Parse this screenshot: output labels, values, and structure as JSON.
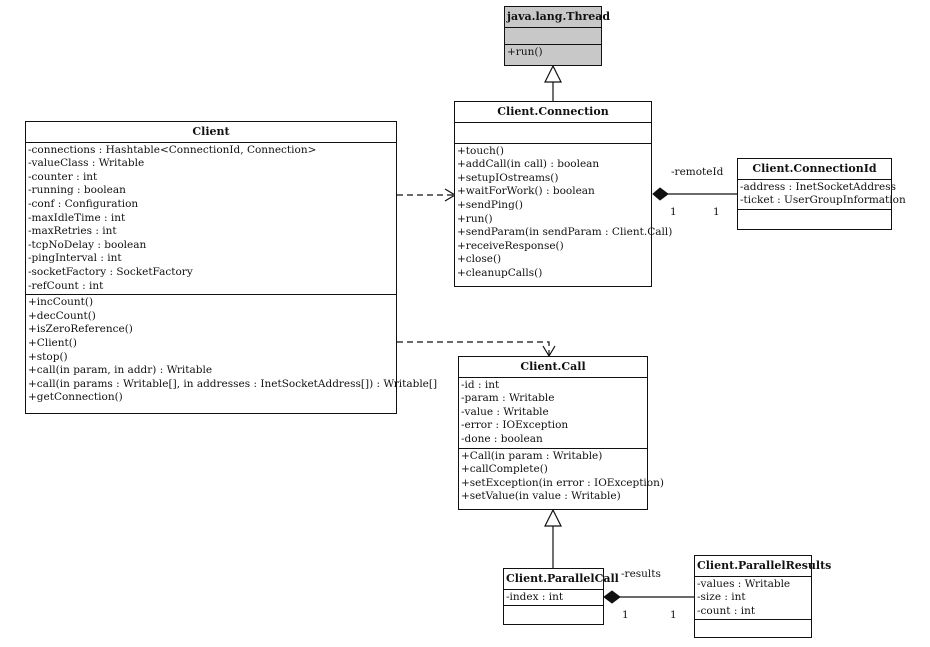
{
  "classes": {
    "thread": {
      "name": "java.lang.Thread",
      "attributes": [],
      "methods": [
        "+run()"
      ]
    },
    "connection": {
      "name": "Client.Connection",
      "attributes": [],
      "methods": [
        "+touch()",
        "+addCall(in call) : boolean",
        "+setupIOstreams()",
        "+waitForWork() : boolean",
        "+sendPing()",
        "+run()",
        "+sendParam(in sendParam : Client.Call)",
        "+receiveResponse()",
        "+close()",
        "+cleanupCalls()"
      ]
    },
    "client": {
      "name": "Client",
      "attributes": [
        "-connections : Hashtable<ConnectionId, Connection>",
        "-valueClass : Writable",
        "-counter : int",
        "-running : boolean",
        "-conf : Configuration",
        "-maxIdleTime : int",
        "-maxRetries : int",
        "-tcpNoDelay : boolean",
        "-pingInterval : int",
        "-socketFactory : SocketFactory",
        "-refCount : int"
      ],
      "methods": [
        "+incCount()",
        "+decCount()",
        "+isZeroReference()",
        "+Client()",
        "+stop()",
        "+call(in param, in addr) : Writable",
        "+call(in params : Writable[], in addresses : InetSocketAddress[]) : Writable[]",
        "+getConnection()"
      ]
    },
    "connectionId": {
      "name": "Client.ConnectionId",
      "attributes": [
        "-address : InetSocketAddress",
        "-ticket : UserGroupInformation"
      ],
      "methods": []
    },
    "call": {
      "name": "Client.Call",
      "attributes": [
        "-id : int",
        "-param : Writable",
        "-value : Writable",
        "-error : IOException",
        "-done : boolean"
      ],
      "methods": [
        "+Call(in param : Writable)",
        "+callComplete()",
        "+setException(in error : IOException)",
        "+setValue(in value : Writable)"
      ]
    },
    "parallelCall": {
      "name": "Client.ParallelCall",
      "attributes": [
        "-index : int"
      ],
      "methods": []
    },
    "parallelResults": {
      "name": "Client.ParallelResults",
      "attributes": [
        "-values : Writable",
        "-size : int",
        "-count : int"
      ],
      "methods": []
    }
  },
  "labels": {
    "remoteId": "-remoteId",
    "remoteId_mult_left": "1",
    "remoteId_mult_right": "1",
    "results": "-results",
    "results_mult_left": "1",
    "results_mult_right": "1"
  },
  "colors": {
    "line": "#111111",
    "thread_fill": "#c8c8c8",
    "box_fill": "#ffffff"
  }
}
